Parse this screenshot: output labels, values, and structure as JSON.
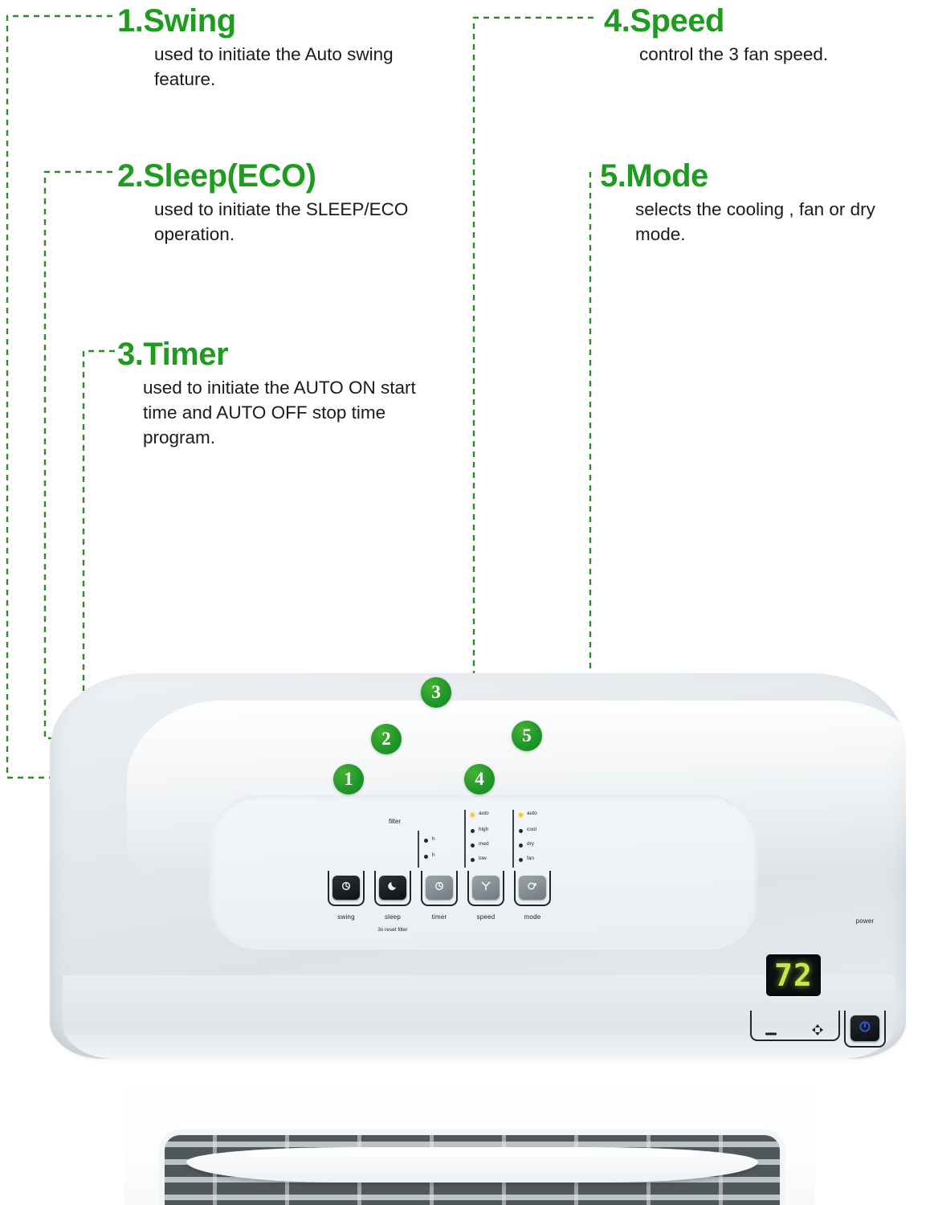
{
  "accent_color": "#1f9b20",
  "badge_color": "#21962a",
  "led_display_color": "#c8e84a",
  "callouts": [
    {
      "number": "1",
      "title": "1.Swing",
      "body": "used to initiate the Auto swing feature."
    },
    {
      "number": "2",
      "title": "2.Sleep(ECO)",
      "body": "used to initiate the SLEEP/ECO operation."
    },
    {
      "number": "3",
      "title": "3.Timer",
      "body": "used to initiate the AUTO ON start time and AUTO OFF stop time program."
    },
    {
      "number": "4",
      "title": "4.Speed",
      "body": "control the 3 fan speed."
    },
    {
      "number": "5",
      "title": "5.Mode",
      "body": "selects the cooling , fan or dry mode."
    }
  ],
  "badges": {
    "b1": "1",
    "b2": "2",
    "b3": "3",
    "b4": "4",
    "b5": "5"
  },
  "control_panel": {
    "display_value": "72",
    "filter_label": "filter",
    "buttons": [
      {
        "id": "swing",
        "label": "swing",
        "sublabel": "",
        "icon": "swing-icon",
        "style": "dark"
      },
      {
        "id": "sleep",
        "label": "sleep",
        "sublabel": "3s reset filter",
        "icon": "moon-icon",
        "style": "dark"
      },
      {
        "id": "timer",
        "label": "timer",
        "sublabel": "",
        "icon": "clock-icon",
        "style": "grey"
      },
      {
        "id": "speed",
        "label": "speed",
        "sublabel": "",
        "icon": "fan-icon",
        "style": "grey"
      },
      {
        "id": "mode",
        "label": "mode",
        "sublabel": "",
        "icon": "mode-icon",
        "style": "grey"
      }
    ],
    "power_label": "power",
    "timer_indicators": [
      "h",
      "h"
    ],
    "speed_indicators": [
      "auto",
      "high",
      "med",
      "low"
    ],
    "mode_indicators": [
      "auto",
      "cool",
      "dry",
      "fan"
    ],
    "temp_down_label": "minus-icon",
    "temp_up_label": "updown-icon"
  }
}
